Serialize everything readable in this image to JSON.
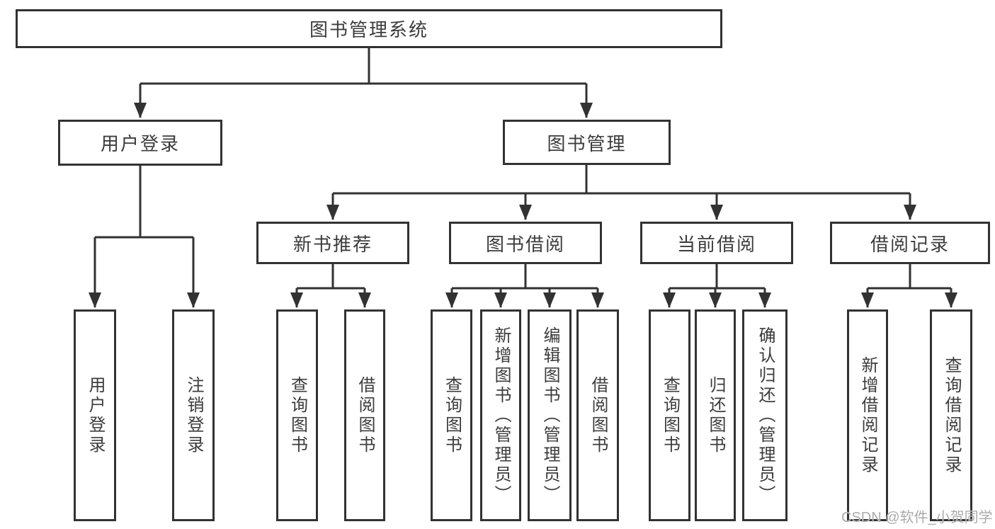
{
  "diagram_type": "hierarchy-tree",
  "colors": {
    "line": "#323232",
    "text": "#3c3c3c",
    "watermark": "#ababab",
    "background": "#ffffff"
  },
  "tree": {
    "root": {
      "label": "图书管理系统"
    },
    "branches": [
      {
        "label": "用户登录",
        "children": [
          {
            "label": "用户登录"
          },
          {
            "label": "注销登录"
          }
        ]
      },
      {
        "label": "图书管理",
        "children": [
          {
            "label": "新书推荐",
            "children": [
              {
                "label": "查询图书"
              },
              {
                "label": "借阅图书"
              }
            ]
          },
          {
            "label": "图书借阅",
            "children": [
              {
                "label": "查询图书"
              },
              {
                "label": "新增图书（管理员）"
              },
              {
                "label": "编辑图书（管理员）"
              },
              {
                "label": "借阅图书"
              }
            ]
          },
          {
            "label": "当前借阅",
            "children": [
              {
                "label": "查询图书"
              },
              {
                "label": "归还图书"
              },
              {
                "label": "确认归还（管理员）"
              }
            ]
          },
          {
            "label": "借阅记录",
            "children": [
              {
                "label": "新增借阅记录"
              },
              {
                "label": "查询借阅记录"
              }
            ]
          }
        ]
      }
    ]
  },
  "watermark": {
    "text": "CSDN @软件_小贺同学"
  }
}
